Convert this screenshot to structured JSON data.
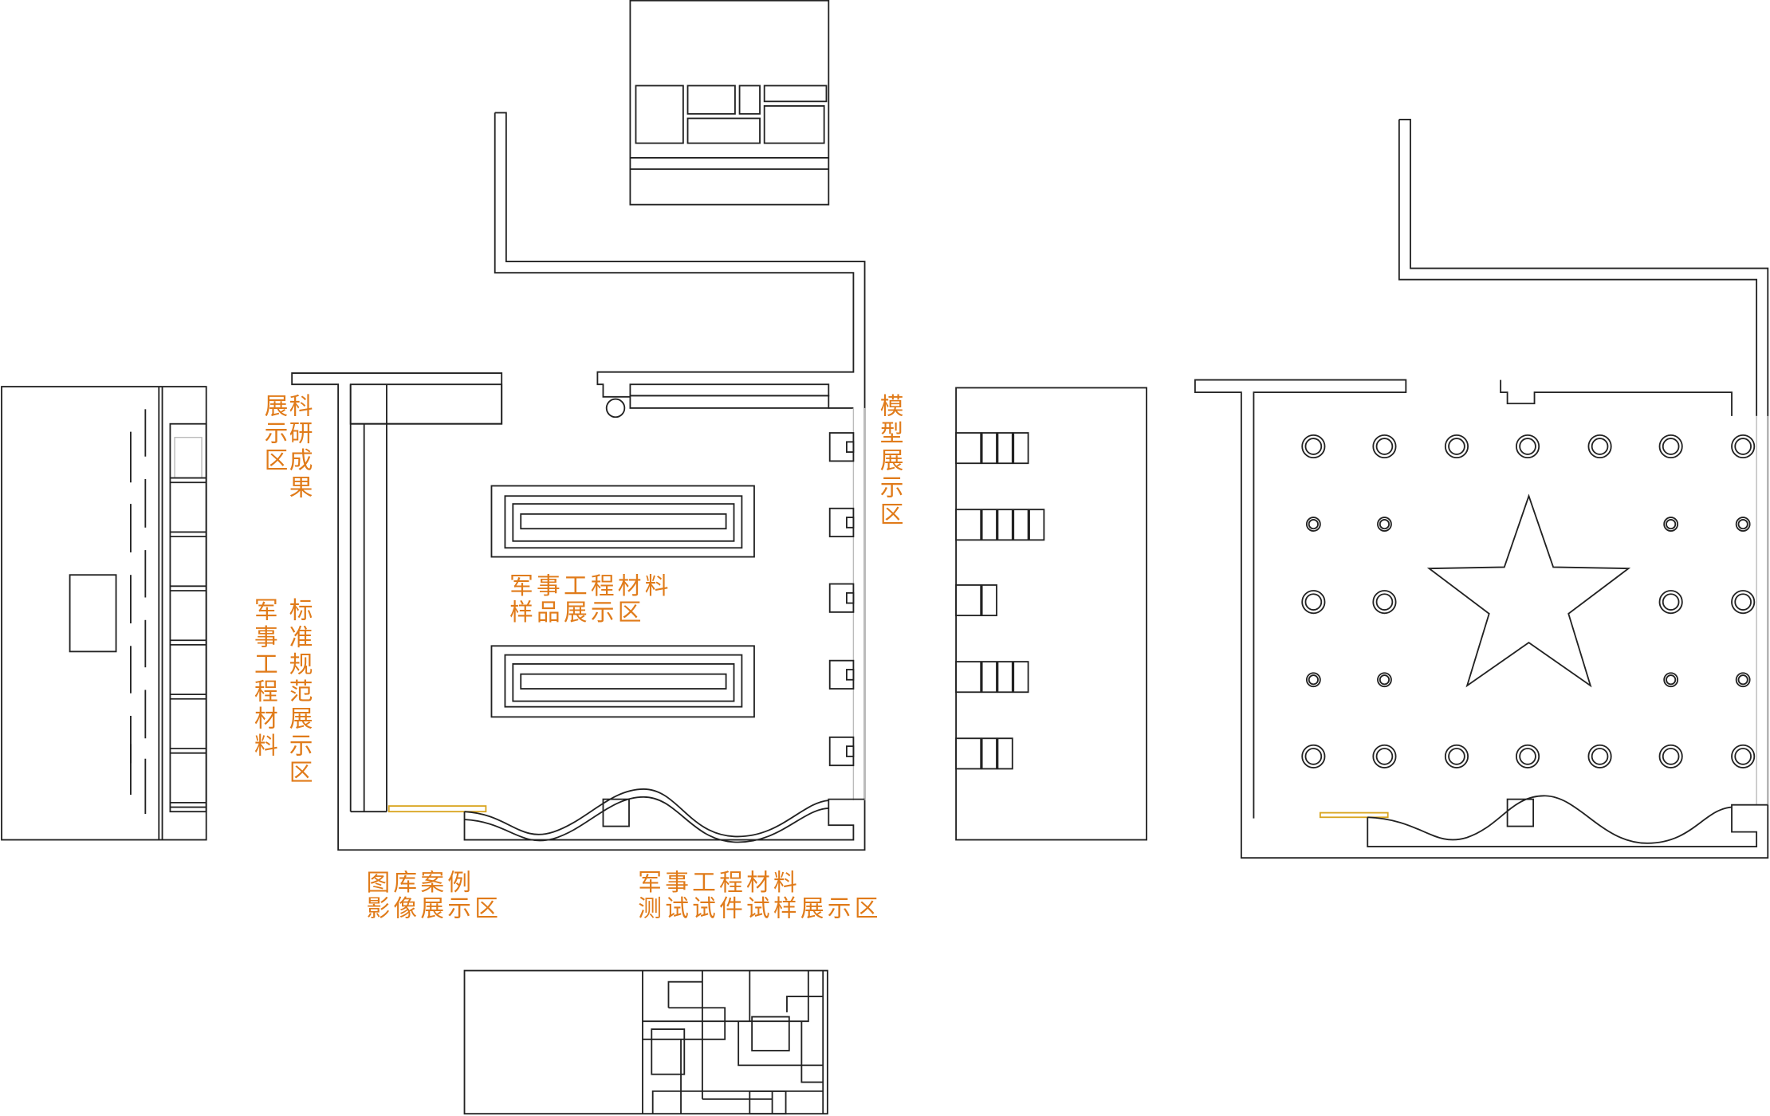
{
  "labels": {
    "research_results_col1": "科研成果",
    "research_results_col2": "展示区",
    "standards_col1": "标准规范展示区",
    "standards_col2": "军事工程材料",
    "model_area": "模型展示区",
    "samples_line1": "军事工程材料",
    "samples_line2": "样品展示区",
    "gallery_line1": "图库案例",
    "gallery_line2": "影像展示区",
    "testing_line1": "军事工程材料",
    "testing_line2": "测试试件试样展示区"
  },
  "colors": {
    "label": "#e07b1a",
    "line": "#222222",
    "door": "#d9a520"
  },
  "ceiling_plan": {
    "light_rows": [
      "large",
      "small",
      "large",
      "small",
      "large"
    ],
    "feature_shape": "five-point-star"
  }
}
